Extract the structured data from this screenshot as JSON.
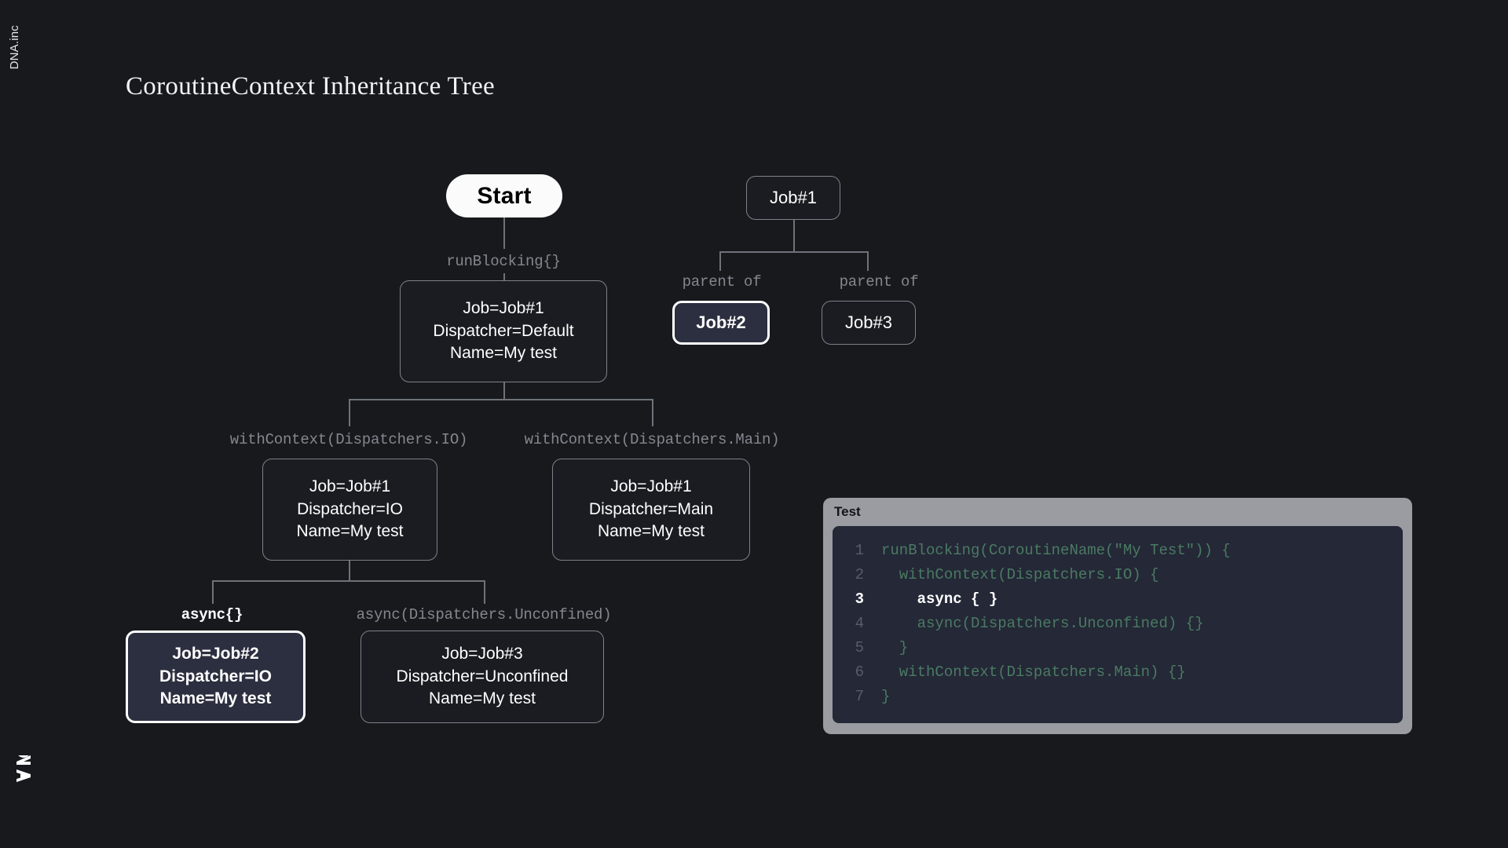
{
  "branding": {
    "vertical_label": "DNA.inc",
    "logo_name": "DNA"
  },
  "title": "CoroutineContext Inheritance Tree",
  "colors": {
    "background": "#17191d",
    "node_border": "#7d8189",
    "node_fill": "#1a1c21",
    "highlight_fill": "#2b2f3f",
    "highlight_border": "#ffffff",
    "start_fill": "#fbfbfb",
    "label_gray": "#83878e",
    "code_header": "#9a9ca1",
    "code_body": "#242837",
    "code_text": "#4b7a62",
    "code_linenum": "#565d6e"
  },
  "tree": {
    "nodes": [
      {
        "id": "start",
        "label": "Start",
        "kind": "start",
        "highlight": false
      },
      {
        "id": "ctx-root",
        "label": "Job=Job#1\nDispatcher=Default\nName=My test",
        "kind": "context",
        "highlight": false
      },
      {
        "id": "ctx-io",
        "label": "Job=Job#1\nDispatcher=IO\nName=My test",
        "kind": "context",
        "highlight": false
      },
      {
        "id": "ctx-main",
        "label": "Job=Job#1\nDispatcher=Main\nName=My test",
        "kind": "context",
        "highlight": false
      },
      {
        "id": "ctx-job2",
        "label": "Job=Job#2\nDispatcher=IO\nName=My test",
        "kind": "context",
        "highlight": true
      },
      {
        "id": "ctx-job3",
        "label": "Job=Job#3\nDispatcher=Unconfined\nName=My test",
        "kind": "context",
        "highlight": false
      },
      {
        "id": "job1",
        "label": "Job#1",
        "kind": "job",
        "highlight": false
      },
      {
        "id": "job2",
        "label": "Job#2",
        "kind": "job",
        "highlight": true
      },
      {
        "id": "job3",
        "label": "Job#3",
        "kind": "job",
        "highlight": false
      }
    ],
    "edge_labels": [
      {
        "id": "runblocking",
        "text": "runBlocking{}",
        "highlight": false
      },
      {
        "id": "withctx-io",
        "text": "withContext(Dispatchers.IO)",
        "highlight": false
      },
      {
        "id": "withctx-main",
        "text": "withContext(Dispatchers.Main)",
        "highlight": false
      },
      {
        "id": "async-plain",
        "text": "async{}",
        "highlight": true
      },
      {
        "id": "async-unconf",
        "text": "async(Dispatchers.Unconfined)",
        "highlight": false
      },
      {
        "id": "parent-of-1",
        "text": "parent of",
        "highlight": false
      },
      {
        "id": "parent-of-2",
        "text": "parent of",
        "highlight": false
      }
    ]
  },
  "code_panel": {
    "title": "Test",
    "lines": [
      {
        "n": "1",
        "text": "runBlocking(CoroutineName(\"My Test\")) {",
        "active": false
      },
      {
        "n": "2",
        "text": "  withContext(Dispatchers.IO) {",
        "active": false
      },
      {
        "n": "3",
        "text": "    async { }",
        "active": true
      },
      {
        "n": "4",
        "text": "    async(Dispatchers.Unconfined) {}",
        "active": false
      },
      {
        "n": "5",
        "text": "  }",
        "active": false
      },
      {
        "n": "6",
        "text": "  withContext(Dispatchers.Main) {}",
        "active": false
      },
      {
        "n": "7",
        "text": "}",
        "active": false
      }
    ]
  }
}
